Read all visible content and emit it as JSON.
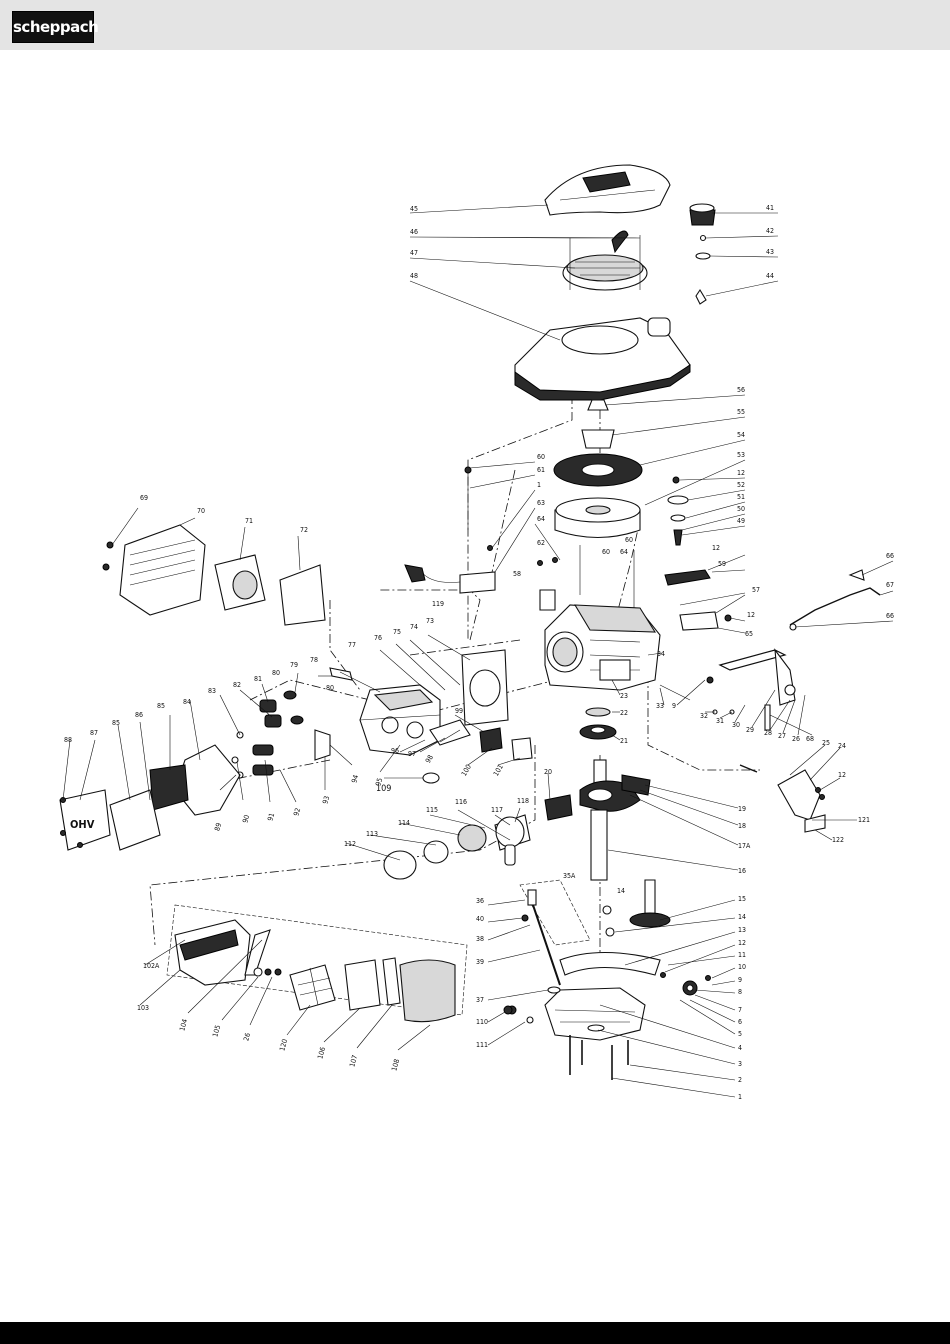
{
  "header": {
    "brand": "scheppach"
  },
  "diagram": {
    "labels": [
      {
        "id": "45",
        "t": "45"
      },
      {
        "id": "46",
        "t": "46"
      },
      {
        "id": "47",
        "t": "47"
      },
      {
        "id": "48",
        "t": "48"
      },
      {
        "id": "41",
        "t": "41"
      },
      {
        "id": "42",
        "t": "42"
      },
      {
        "id": "43",
        "t": "43"
      },
      {
        "id": "44",
        "t": "44"
      },
      {
        "id": "56",
        "t": "56"
      },
      {
        "id": "55",
        "t": "55"
      },
      {
        "id": "54",
        "t": "54"
      },
      {
        "id": "53",
        "t": "53"
      },
      {
        "id": "12a",
        "t": "12"
      },
      {
        "id": "52",
        "t": "52"
      },
      {
        "id": "51",
        "t": "51"
      },
      {
        "id": "50",
        "t": "50"
      },
      {
        "id": "49",
        "t": "49"
      },
      {
        "id": "60a",
        "t": "60"
      },
      {
        "id": "61",
        "t": "61"
      },
      {
        "id": "1a",
        "t": "1"
      },
      {
        "id": "63",
        "t": "63"
      },
      {
        "id": "64a",
        "t": "64"
      },
      {
        "id": "62",
        "t": "62"
      },
      {
        "id": "60b",
        "t": "60"
      },
      {
        "id": "60c",
        "t": "60"
      },
      {
        "id": "64b",
        "t": "64"
      },
      {
        "id": "12b",
        "t": "12"
      },
      {
        "id": "59",
        "t": "59"
      },
      {
        "id": "58",
        "t": "58"
      },
      {
        "id": "57",
        "t": "57"
      },
      {
        "id": "12c",
        "t": "12"
      },
      {
        "id": "65",
        "t": "65"
      },
      {
        "id": "66a",
        "t": "66"
      },
      {
        "id": "67",
        "t": "67"
      },
      {
        "id": "66b",
        "t": "66"
      },
      {
        "id": "119",
        "t": "119"
      },
      {
        "id": "69",
        "t": "69"
      },
      {
        "id": "70",
        "t": "70"
      },
      {
        "id": "71",
        "t": "71"
      },
      {
        "id": "72",
        "t": "72"
      },
      {
        "id": "73",
        "t": "73"
      },
      {
        "id": "74",
        "t": "74"
      },
      {
        "id": "75",
        "t": "75"
      },
      {
        "id": "76",
        "t": "76"
      },
      {
        "id": "77",
        "t": "77"
      },
      {
        "id": "78",
        "t": "78"
      },
      {
        "id": "79",
        "t": "79"
      },
      {
        "id": "80a",
        "t": "80"
      },
      {
        "id": "81",
        "t": "81"
      },
      {
        "id": "82",
        "t": "82"
      },
      {
        "id": "83",
        "t": "83"
      },
      {
        "id": "84",
        "t": "84"
      },
      {
        "id": "85a",
        "t": "85"
      },
      {
        "id": "86",
        "t": "86"
      },
      {
        "id": "85b",
        "t": "85"
      },
      {
        "id": "87",
        "t": "87"
      },
      {
        "id": "88",
        "t": "88"
      },
      {
        "id": "89",
        "t": "89"
      },
      {
        "id": "90",
        "t": "90"
      },
      {
        "id": "91",
        "t": "91"
      },
      {
        "id": "92",
        "t": "92"
      },
      {
        "id": "93",
        "t": "93"
      },
      {
        "id": "94",
        "t": "94"
      },
      {
        "id": "95",
        "t": "95"
      },
      {
        "id": "96",
        "t": "96"
      },
      {
        "id": "97",
        "t": "97"
      },
      {
        "id": "98",
        "t": "98"
      },
      {
        "id": "99",
        "t": "99"
      },
      {
        "id": "100",
        "t": "100"
      },
      {
        "id": "101",
        "t": "101"
      },
      {
        "id": "109",
        "t": "109"
      },
      {
        "id": "80b",
        "t": "80"
      },
      {
        "id": "34",
        "t": "34"
      },
      {
        "id": "23",
        "t": "23"
      },
      {
        "id": "22",
        "t": "22"
      },
      {
        "id": "21",
        "t": "21"
      },
      {
        "id": "33",
        "t": "33"
      },
      {
        "id": "9a",
        "t": "9"
      },
      {
        "id": "32",
        "t": "32"
      },
      {
        "id": "31",
        "t": "31"
      },
      {
        "id": "30",
        "t": "30"
      },
      {
        "id": "29",
        "t": "29"
      },
      {
        "id": "28",
        "t": "28"
      },
      {
        "id": "27",
        "t": "27"
      },
      {
        "id": "26a",
        "t": "26"
      },
      {
        "id": "68",
        "t": "68"
      },
      {
        "id": "25",
        "t": "25"
      },
      {
        "id": "24",
        "t": "24"
      },
      {
        "id": "12d",
        "t": "12"
      },
      {
        "id": "121",
        "t": "121"
      },
      {
        "id": "122",
        "t": "122"
      },
      {
        "id": "20",
        "t": "20"
      },
      {
        "id": "19",
        "t": "19"
      },
      {
        "id": "18",
        "t": "18"
      },
      {
        "id": "17A",
        "t": "17A"
      },
      {
        "id": "16",
        "t": "16"
      },
      {
        "id": "112",
        "t": "112"
      },
      {
        "id": "113",
        "t": "113"
      },
      {
        "id": "114",
        "t": "114"
      },
      {
        "id": "115",
        "t": "115"
      },
      {
        "id": "116",
        "t": "116"
      },
      {
        "id": "117",
        "t": "117"
      },
      {
        "id": "118",
        "t": "118"
      },
      {
        "id": "35A",
        "t": "35A"
      },
      {
        "id": "36",
        "t": "36"
      },
      {
        "id": "40",
        "t": "40"
      },
      {
        "id": "38",
        "t": "38"
      },
      {
        "id": "39",
        "t": "39"
      },
      {
        "id": "37",
        "t": "37"
      },
      {
        "id": "110",
        "t": "110"
      },
      {
        "id": "111",
        "t": "111"
      },
      {
        "id": "14a",
        "t": "14"
      },
      {
        "id": "15",
        "t": "15"
      },
      {
        "id": "14b",
        "t": "14"
      },
      {
        "id": "13",
        "t": "13"
      },
      {
        "id": "12e",
        "t": "12"
      },
      {
        "id": "11",
        "t": "11"
      },
      {
        "id": "10",
        "t": "10"
      },
      {
        "id": "9b",
        "t": "9"
      },
      {
        "id": "8",
        "t": "8"
      },
      {
        "id": "7",
        "t": "7"
      },
      {
        "id": "6",
        "t": "6"
      },
      {
        "id": "5",
        "t": "5"
      },
      {
        "id": "4",
        "t": "4"
      },
      {
        "id": "3",
        "t": "3"
      },
      {
        "id": "2",
        "t": "2"
      },
      {
        "id": "1b",
        "t": "1"
      },
      {
        "id": "102A",
        "t": "102A"
      },
      {
        "id": "103",
        "t": "103"
      },
      {
        "id": "104",
        "t": "104"
      },
      {
        "id": "105",
        "t": "105"
      },
      {
        "id": "26b",
        "t": "26"
      },
      {
        "id": "120",
        "t": "120"
      },
      {
        "id": "106",
        "t": "106"
      },
      {
        "id": "107",
        "t": "107"
      },
      {
        "id": "108",
        "t": "108"
      }
    ],
    "valve_cover_text": "OHV"
  }
}
